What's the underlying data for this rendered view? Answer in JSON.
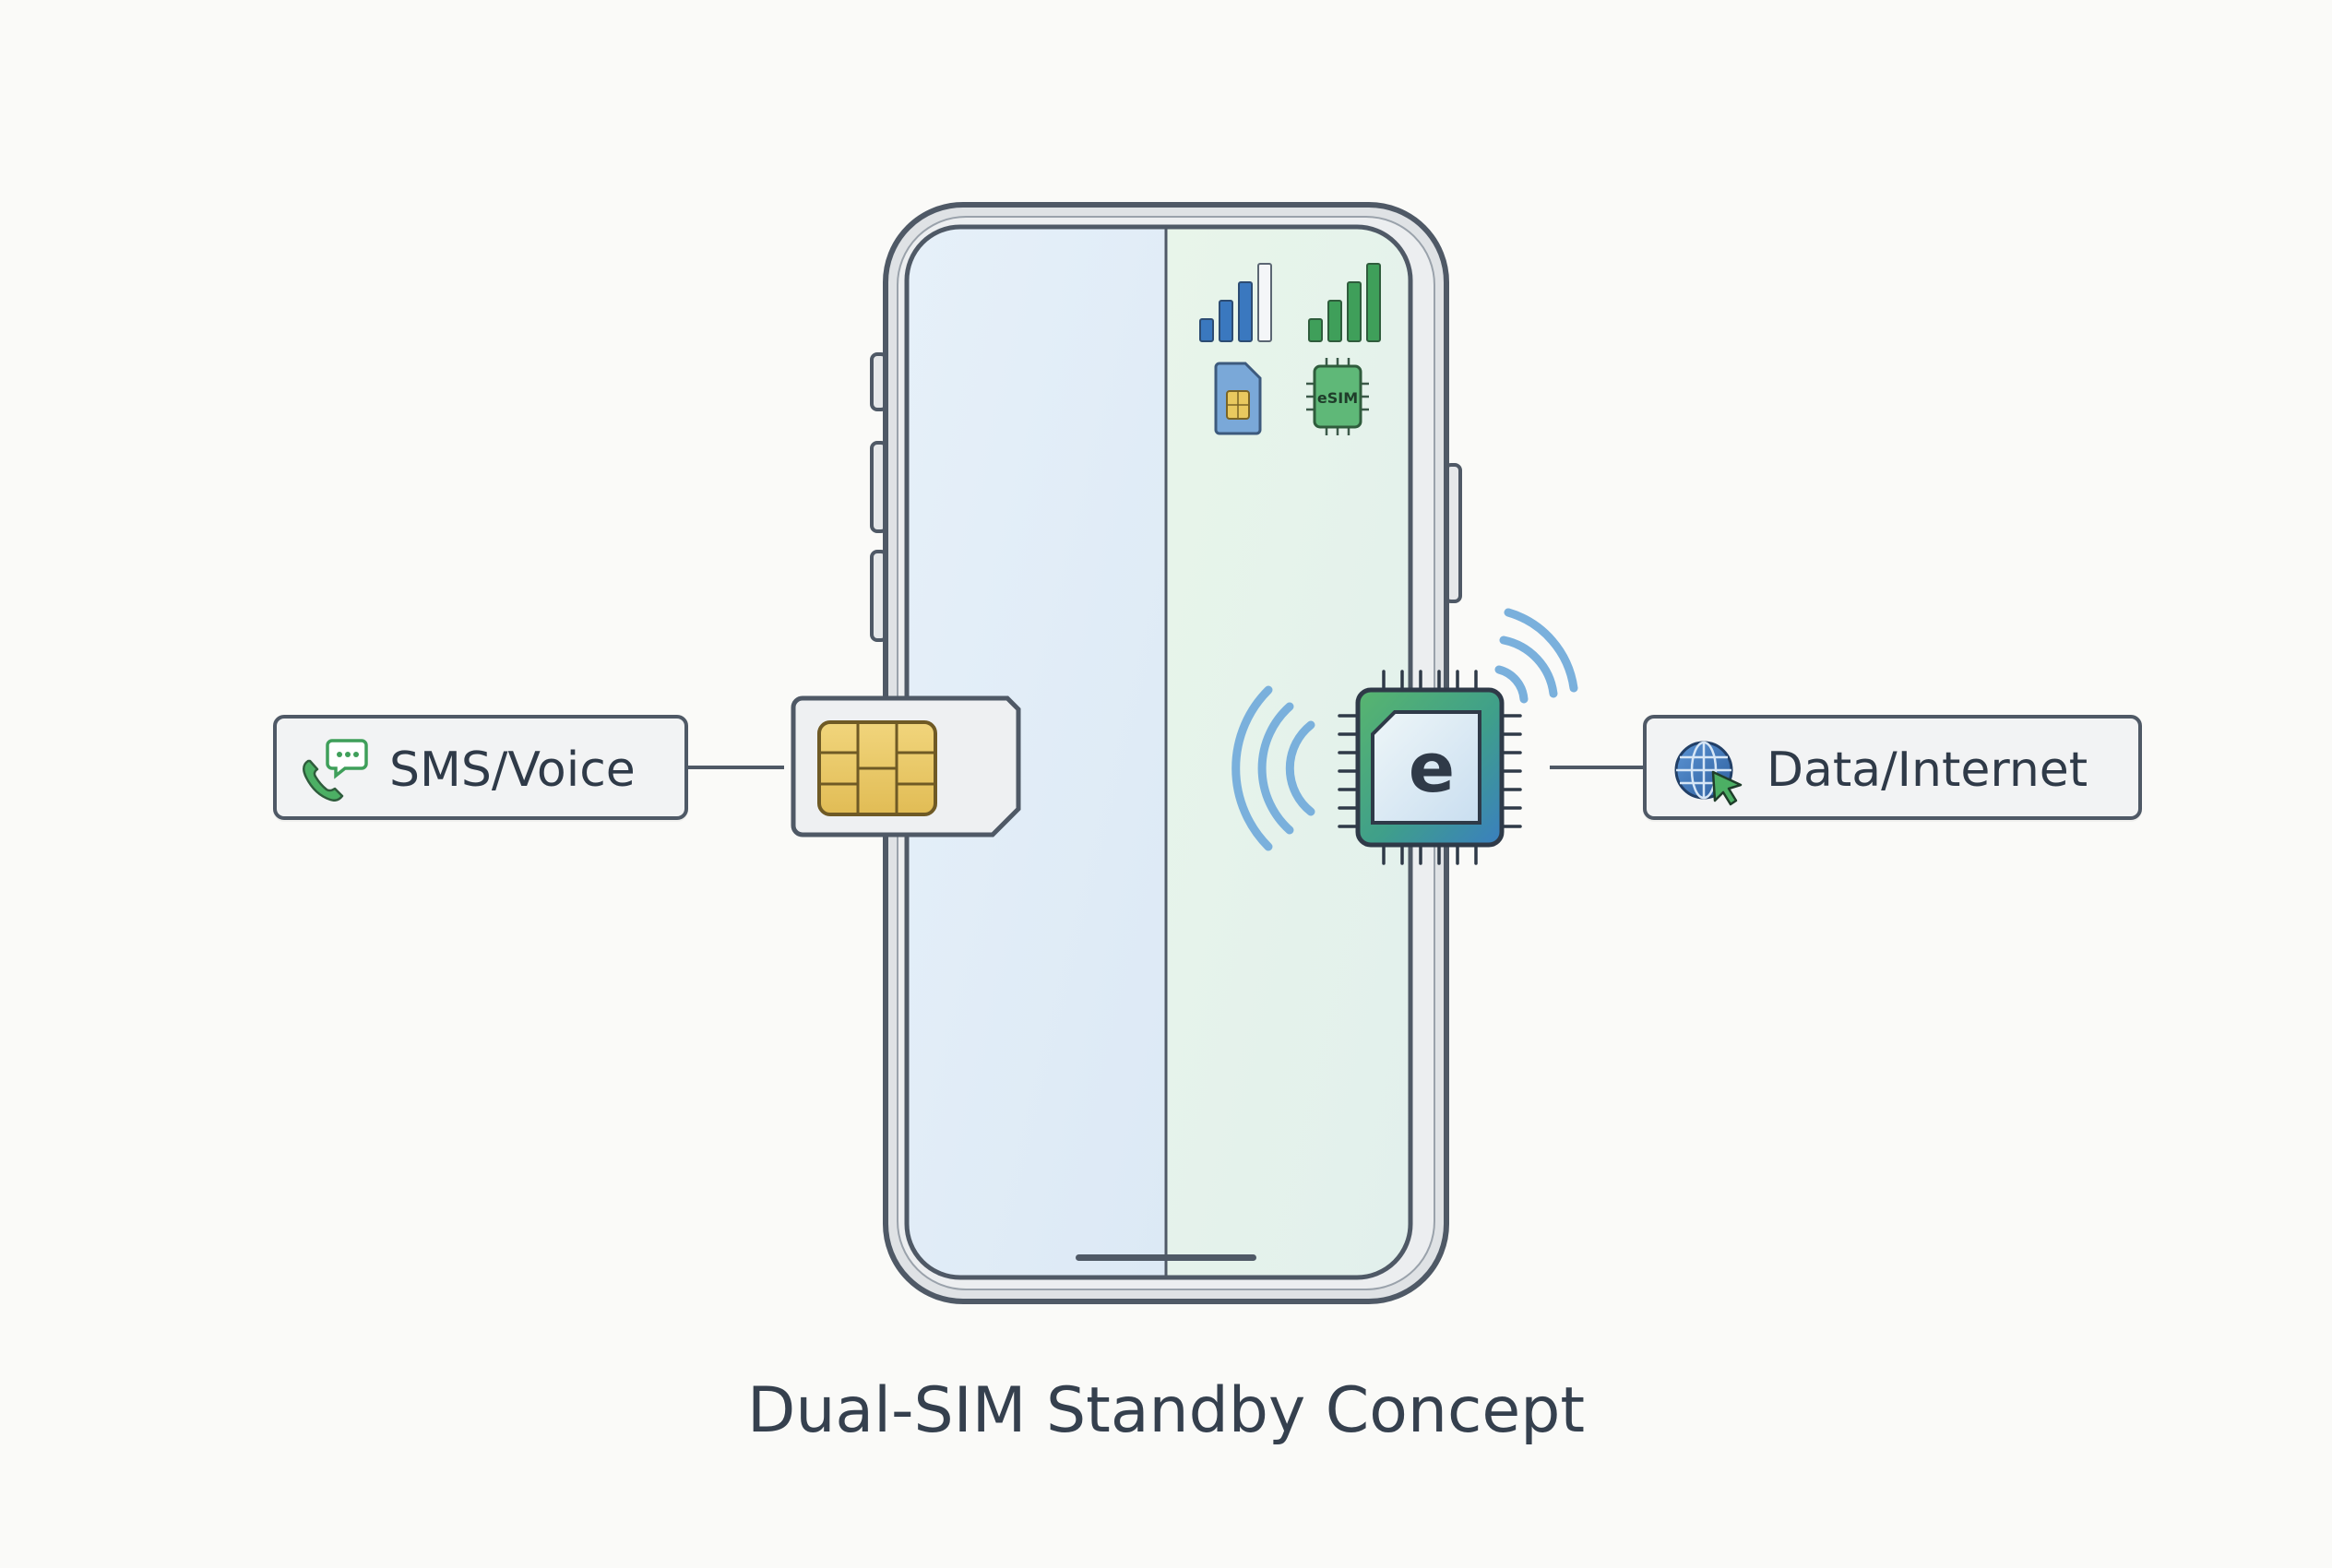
{
  "labels": {
    "sms_voice": "SMS/Voice",
    "data_internet": "Data/Internet",
    "esim_chip_letter": "e",
    "esim_badge": "eSIM"
  },
  "caption": "Dual-SIM Standby Concept",
  "icons": {
    "sms_voice": "phone-with-chat-bubble-icon",
    "data_internet": "globe-with-cursor-icon",
    "physical_sim": "sim-card-icon",
    "esim": "esim-chip-icon",
    "signal": "signal-bars-icon",
    "wireless": "wireless-waves-icon"
  },
  "colors": {
    "outline": "#4f5966",
    "screen_left": "#e4eff8",
    "screen_right": "#e7f4e9",
    "sim_blue": "#3a78bf",
    "esim_green": "#3f9f5a",
    "chip_gold": "#e7c766",
    "wave_blue": "#7ab0dc",
    "text": "#2f3a48"
  }
}
